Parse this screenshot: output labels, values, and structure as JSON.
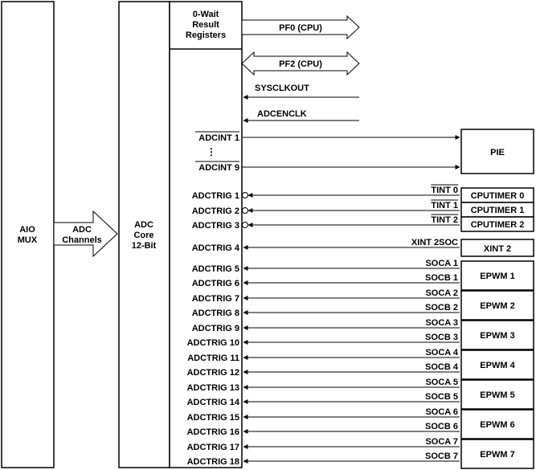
{
  "blocks": {
    "aio_mux": [
      "AIO",
      "MUX"
    ],
    "adc_channels": [
      "ADC",
      "Channels"
    ],
    "adc_core": [
      "ADC",
      "Core",
      "12-Bit"
    ],
    "result_registers": [
      "0-Wait",
      "Result",
      "Registers"
    ],
    "pie": "PIE"
  },
  "buses": {
    "pf0": "PF0 (CPU)",
    "pf2": "PF2 (CPU)"
  },
  "clocks": {
    "sysclkout": "SYSCLKOUT",
    "adcenclk": "ADCENCLK"
  },
  "interrupts": {
    "adcint_first": "ADCINT 1",
    "adcint_last": "ADCINT 9",
    "ellipsis": "⋮"
  },
  "triggers": [
    {
      "label": "ADCTRIG 1",
      "signal": "TINT 0"
    },
    {
      "label": "ADCTRIG 2",
      "signal": "TINT 1"
    },
    {
      "label": "ADCTRIG 3",
      "signal": "TINT 2"
    },
    {
      "label": "ADCTRIG 4",
      "signal": "XINT 2SOC"
    },
    {
      "label": "ADCTRIG 5",
      "signal": "SOCA 1"
    },
    {
      "label": "ADCTRIG 6",
      "signal": "SOCB 1"
    },
    {
      "label": "ADCTRIG 7",
      "signal": "SOCA 2"
    },
    {
      "label": "ADCTRIG 8",
      "signal": "SOCB 2"
    },
    {
      "label": "ADCTRIG 9",
      "signal": "SOCA 3"
    },
    {
      "label": "ADCTRIG 10",
      "signal": "SOCB 3"
    },
    {
      "label": "ADCTRIG 11",
      "signal": "SOCA 4"
    },
    {
      "label": "ADCTRIG 12",
      "signal": "SOCB 4"
    },
    {
      "label": "ADCTRIG 13",
      "signal": "SOCA 5"
    },
    {
      "label": "ADCTRIG 14",
      "signal": "SOCB 5"
    },
    {
      "label": "ADCTRIG 15",
      "signal": "SOCA 6"
    },
    {
      "label": "ADCTRIG 16",
      "signal": "SOCB 6"
    },
    {
      "label": "ADCTRIG 17",
      "signal": "SOCA 7"
    },
    {
      "label": "ADCTRIG 18",
      "signal": "SOCB 7"
    }
  ],
  "sources": {
    "cputimer0": "CPUTIMER 0",
    "cputimer1": "CPUTIMER 1",
    "cputimer2": "CPUTIMER 2",
    "xint2": "XINT 2",
    "epwm": [
      "EPWM 1",
      "EPWM 2",
      "EPWM 3",
      "EPWM 4",
      "EPWM 5",
      "EPWM 6",
      "EPWM 7"
    ]
  }
}
